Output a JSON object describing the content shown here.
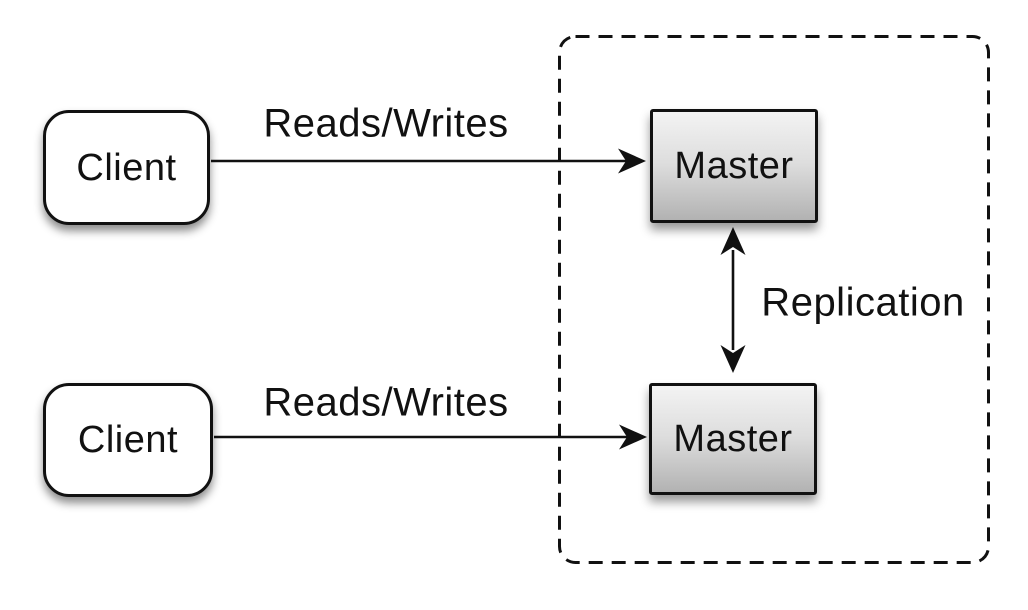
{
  "diagram": {
    "type": "architecture-diagram",
    "topic": "master-master-replication",
    "nodes": [
      {
        "id": "client-top",
        "label": "Client",
        "shape": "rounded-rect",
        "fill": "#ffffff"
      },
      {
        "id": "client-bottom",
        "label": "Client",
        "shape": "rounded-rect",
        "fill": "#ffffff"
      },
      {
        "id": "master-top",
        "label": "Master",
        "shape": "rect",
        "fill_top": "#f3f3f3",
        "fill_bottom": "#b2b2b2"
      },
      {
        "id": "master-bottom",
        "label": "Master",
        "shape": "rect",
        "fill_top": "#f3f3f3",
        "fill_bottom": "#b2b2b2"
      }
    ],
    "container": {
      "id": "replication-group",
      "style": "dashed-rounded-rect",
      "contains": [
        "master-top",
        "master-bottom"
      ]
    },
    "edges": [
      {
        "id": "reads-writes-top",
        "label": "Reads/Writes",
        "from": "client-top",
        "to": "master-top",
        "direction": "one-way"
      },
      {
        "id": "reads-writes-bottom",
        "label": "Reads/Writes",
        "from": "client-bottom",
        "to": "master-bottom",
        "direction": "one-way"
      },
      {
        "id": "replication",
        "label": "Replication",
        "from": "master-top",
        "to": "master-bottom",
        "direction": "two-way"
      }
    ],
    "colors": {
      "background": "#ffffff",
      "stroke": "#111111",
      "text": "#111111",
      "client_fill": "#ffffff",
      "master_gradient_top": "#f3f3f3",
      "master_gradient_bottom": "#b2b2b2"
    }
  }
}
